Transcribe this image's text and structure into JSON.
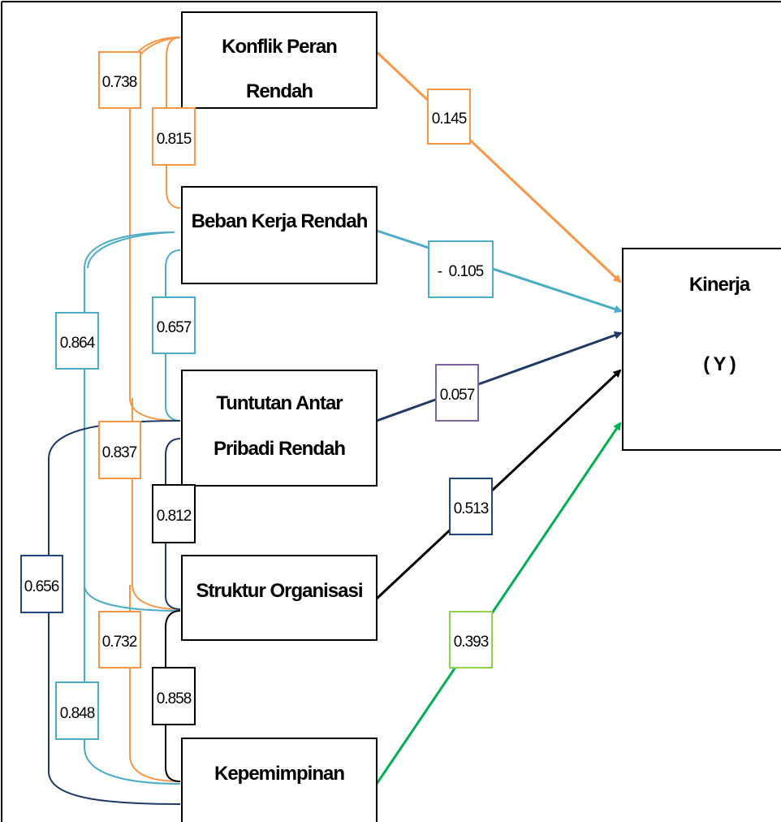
{
  "nodes": {
    "konflik": {
      "lines": [
        "Konflik Peran",
        "Rendah"
      ]
    },
    "beban": {
      "lines": [
        "Beban Kerja Rendah"
      ]
    },
    "tuntutan": {
      "lines": [
        "Tuntutan Antar",
        "Pribadi Rendah"
      ]
    },
    "struktur": {
      "lines": [
        "Struktur Organisasi"
      ]
    },
    "kepemimpinan": {
      "lines": [
        "Kepemimpinan"
      ]
    },
    "kinerja": {
      "lines": [
        "Kinerja",
        "( Y )"
      ]
    }
  },
  "paths": [
    {
      "from": "Konflik Peran Rendah",
      "to": "Kinerja",
      "value": "0.145",
      "color": "#F79646"
    },
    {
      "from": "Beban Kerja Rendah",
      "to": "Kinerja",
      "value": "-  0.105",
      "color": "#4BACC6"
    },
    {
      "from": "Tuntutan Antar Pribadi Rendah",
      "to": "Kinerja",
      "value": "0.057",
      "color": "#1F3864",
      "box_color": "#8064A2"
    },
    {
      "from": "Struktur Organisasi",
      "to": "Kinerja",
      "value": "0.513",
      "color": "#000000",
      "box_color": "#1F497D"
    },
    {
      "from": "Kepemimpinan",
      "to": "Kinerja",
      "value": "0.393",
      "color": "#00B050",
      "box_color": "#92D050"
    }
  ],
  "correlations": [
    {
      "pair": [
        "Konflik Peran Rendah",
        "Tuntutan Antar Pribadi Rendah"
      ],
      "value": "0.738",
      "color": "#F79646"
    },
    {
      "pair": [
        "Konflik Peran Rendah",
        "Beban Kerja Rendah"
      ],
      "value": "0.815",
      "color": "#F79646"
    },
    {
      "pair": [
        "Beban Kerja Rendah",
        "Tuntutan Antar Pribadi Rendah"
      ],
      "value": "0.657",
      "color": "#4BACC6"
    },
    {
      "pair": [
        "Beban Kerja Rendah",
        "Struktur Organisasi"
      ],
      "value": "0.864",
      "color": "#4BACC6"
    },
    {
      "pair": [
        "Konflik Peran Rendah",
        "Struktur Organisasi"
      ],
      "value": "0.837",
      "color": "#F79646"
    },
    {
      "pair": [
        "Tuntutan Antar Pribadi Rendah",
        "Struktur Organisasi"
      ],
      "value": "0.812",
      "color": "#1F3864"
    },
    {
      "pair": [
        "Tuntutan Antar Pribadi Rendah",
        "Kepemimpinan"
      ],
      "value": "0.656",
      "color": "#1F3864"
    },
    {
      "pair": [
        "Konflik Peran Rendah",
        "Kepemimpinan"
      ],
      "value": "0.732",
      "color": "#F79646"
    },
    {
      "pair": [
        "Struktur Organisasi",
        "Kepemimpinan"
      ],
      "value": "0.858",
      "color": "#000000"
    },
    {
      "pair": [
        "Beban Kerja Rendah",
        "Kepemimpinan"
      ],
      "value": "0.848",
      "color": "#4BACC6"
    }
  ]
}
